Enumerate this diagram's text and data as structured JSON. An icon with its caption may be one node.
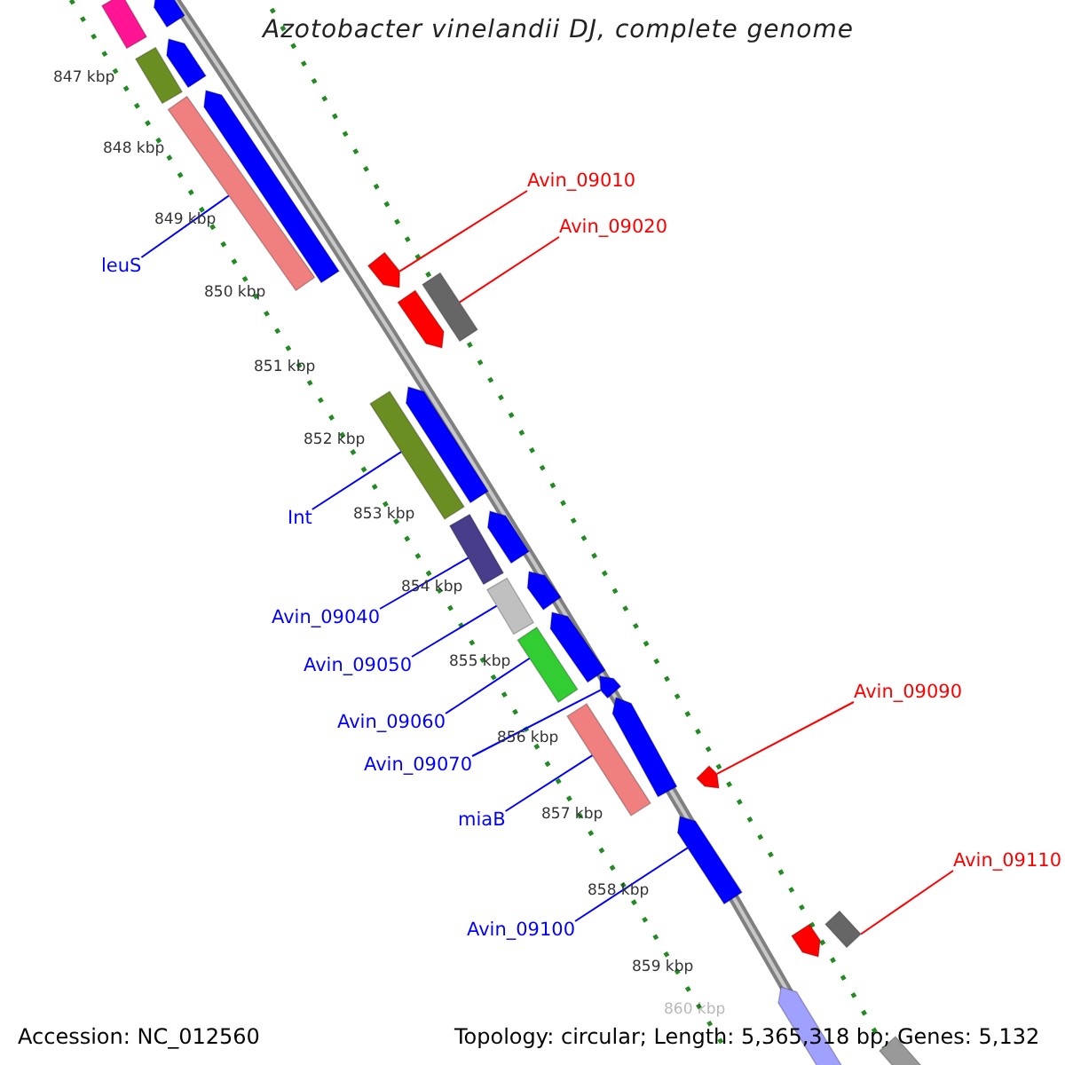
{
  "diagram": {
    "title": "Azotobacter vinelandii DJ, complete genome",
    "nodes": [
      {
        "text": [
          "Avin_09010"
        ]
      },
      {
        "text": [],
        "shape": "arrow"
      },
      {
        "text": [
          "Avin_09020"
        ]
      },
      {
        "text": [],
        "shape": "bar"
      },
      {
        "text": [
          "leuS"
        ]
      },
      {
        "text": [],
        "shape": "bar"
      },
      {
        "text": [
          "Int"
        ]
      },
      {
        "text": [],
        "shape": "bar"
      },
      {
        "text": [
          "Avin_09040"
        ]
      },
      {
        "text": [],
        "shape": "bar"
      },
      {
        "text": [
          "Avin_09050"
        ]
      },
      {
        "text": [],
        "shape": "bar"
      },
      {
        "text": [
          "Avin_09060"
        ]
      },
      {
        "text": [],
        "shape": "bar"
      },
      {
        "text": [
          "Avin_09090"
        ]
      },
      {
        "text": [],
        "shape": "arrow"
      },
      {
        "text": [
          "Avin_09070"
        ]
      },
      {
        "text": [],
        "shape": "arrow"
      },
      {
        "text": [
          "miaB"
        ]
      },
      {
        "text": [],
        "shape": "bar"
      },
      {
        "text": [
          "Avin_09110"
        ]
      },
      {
        "text": [],
        "shape": "bar"
      },
      {
        "text": [
          "Avin_09100"
        ]
      },
      {
        "text": [],
        "shape": "arrow"
      },
      {
        "text": [],
        "shape": "bar"
      },
      {
        "text": [],
        "shape": "arrow"
      },
      {
        "text": [],
        "shape": "bar"
      },
      {
        "text": [],
        "shape": "arrow"
      },
      {
        "text": [],
        "shape": "arrow"
      },
      {
        "text": [],
        "shape": "arrow"
      },
      {
        "text": [],
        "shape": "arrow"
      },
      {
        "text": [],
        "shape": "arrow"
      },
      {
        "text": [],
        "shape": "arrow"
      },
      {
        "text": [],
        "shape": "arrow"
      },
      {
        "text": [],
        "shape": "arrow"
      },
      {
        "text": [],
        "shape": "arrow"
      },
      {
        "text": [],
        "shape": "arrow"
      },
      {
        "text": [],
        "shape": "bar"
      }
    ],
    "edges": [
      {
        "from": 0,
        "to": 1,
        "arrow": "none",
        "color": "#ff0000"
      },
      {
        "from": 2,
        "to": 3,
        "arrow": "none",
        "color": "#ff0000"
      },
      {
        "from": 4,
        "to": 5,
        "arrow": "none"
      },
      {
        "from": 6,
        "to": 7,
        "arrow": "none"
      },
      {
        "from": 8,
        "to": 9,
        "arrow": "none"
      },
      {
        "from": 10,
        "to": 11,
        "arrow": "none"
      },
      {
        "from": 12,
        "to": 13,
        "arrow": "none"
      },
      {
        "from": 14,
        "to": 15,
        "arrow": "none",
        "color": "#ff0000"
      },
      {
        "from": 16,
        "to": 17,
        "arrow": "none"
      },
      {
        "from": 18,
        "to": 19,
        "arrow": "none"
      },
      {
        "from": 20,
        "to": 21,
        "arrow": "none",
        "color": "#ff0000"
      },
      {
        "from": 22,
        "to": 23,
        "arrow": "none"
      }
    ],
    "labels": [
      "847 kbp",
      "848 kbp",
      "849 kbp",
      "850 kbp",
      "851 kbp",
      "852 kbp",
      "853 kbp",
      "854 kbp",
      "855 kbp",
      "856 kbp",
      "857 kbp",
      "858 kbp",
      "859 kbp",
      "860 kbp",
      "Accession: NC_012560",
      "Topology: circular; Length: 5,365,318 bp; Genes: 5,132"
    ]
  }
}
